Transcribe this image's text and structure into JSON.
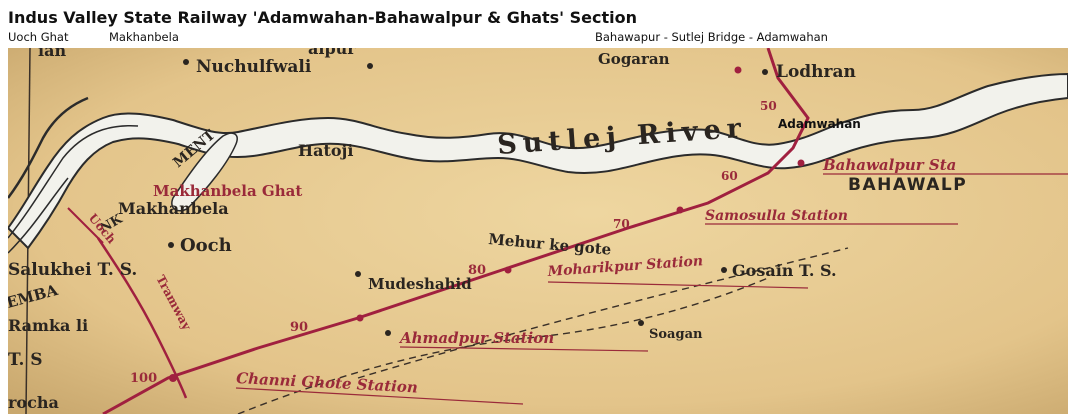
{
  "header": {
    "title": "Indus Valley State Railway 'Adamwahan-Bahawalpur & Ghats' Section",
    "captions": [
      "Uoch Ghat",
      "Makhanbela",
      "Bahawapur - Sutlej Bridge -  Adamwahan"
    ]
  },
  "map": {
    "colors": {
      "paper": "#e6c98c",
      "river_fill": "#f2f2ec",
      "river_outline": "#2b2b2b",
      "rail": "#a0203f",
      "text_dark": "#2a2520",
      "text_red": "#9a2a3a"
    },
    "places_dark": {
      "nuchulfwali": "Nuchulfwali",
      "hatoji": "Hatoji",
      "gogaran": "Gogaran",
      "lodhran": "Lodhran",
      "bahawalp": "BAHAWALP",
      "makhanbela": "Makhanbela",
      "ooch": "Ooch",
      "salukhei": "Salukhei T. S.",
      "mudeshahid": "Mudeshahid",
      "mehur": "Mehur ke gote",
      "gosain": "Gosain T. S.",
      "soagan": "Soagan",
      "ramkali": "Ramka li",
      "ts": "T. S",
      "rocha": "rocha",
      "river": "Sutlej River",
      "adamwahan": "Adamwahan",
      "ment": "MENT",
      "nk": "NK",
      "emba": "EMBA",
      "partial_top": "alpur",
      "partial_top_left": "ian"
    },
    "places_red": {
      "makhanbela_ghat": "Makhanbela Ghat",
      "bahawalpur_sta": "Bahawalpur Sta",
      "samosulla": "Samosulla Station",
      "moharikpur": "Moharikpur Station",
      "ahmadpur": "Ahmadpur Station",
      "channi": "Channi Ghote Station",
      "uoch": "Uoch",
      "tramway": "Tramway"
    },
    "mileposts": [
      "50",
      "60",
      "70",
      "80",
      "90",
      "100"
    ]
  }
}
